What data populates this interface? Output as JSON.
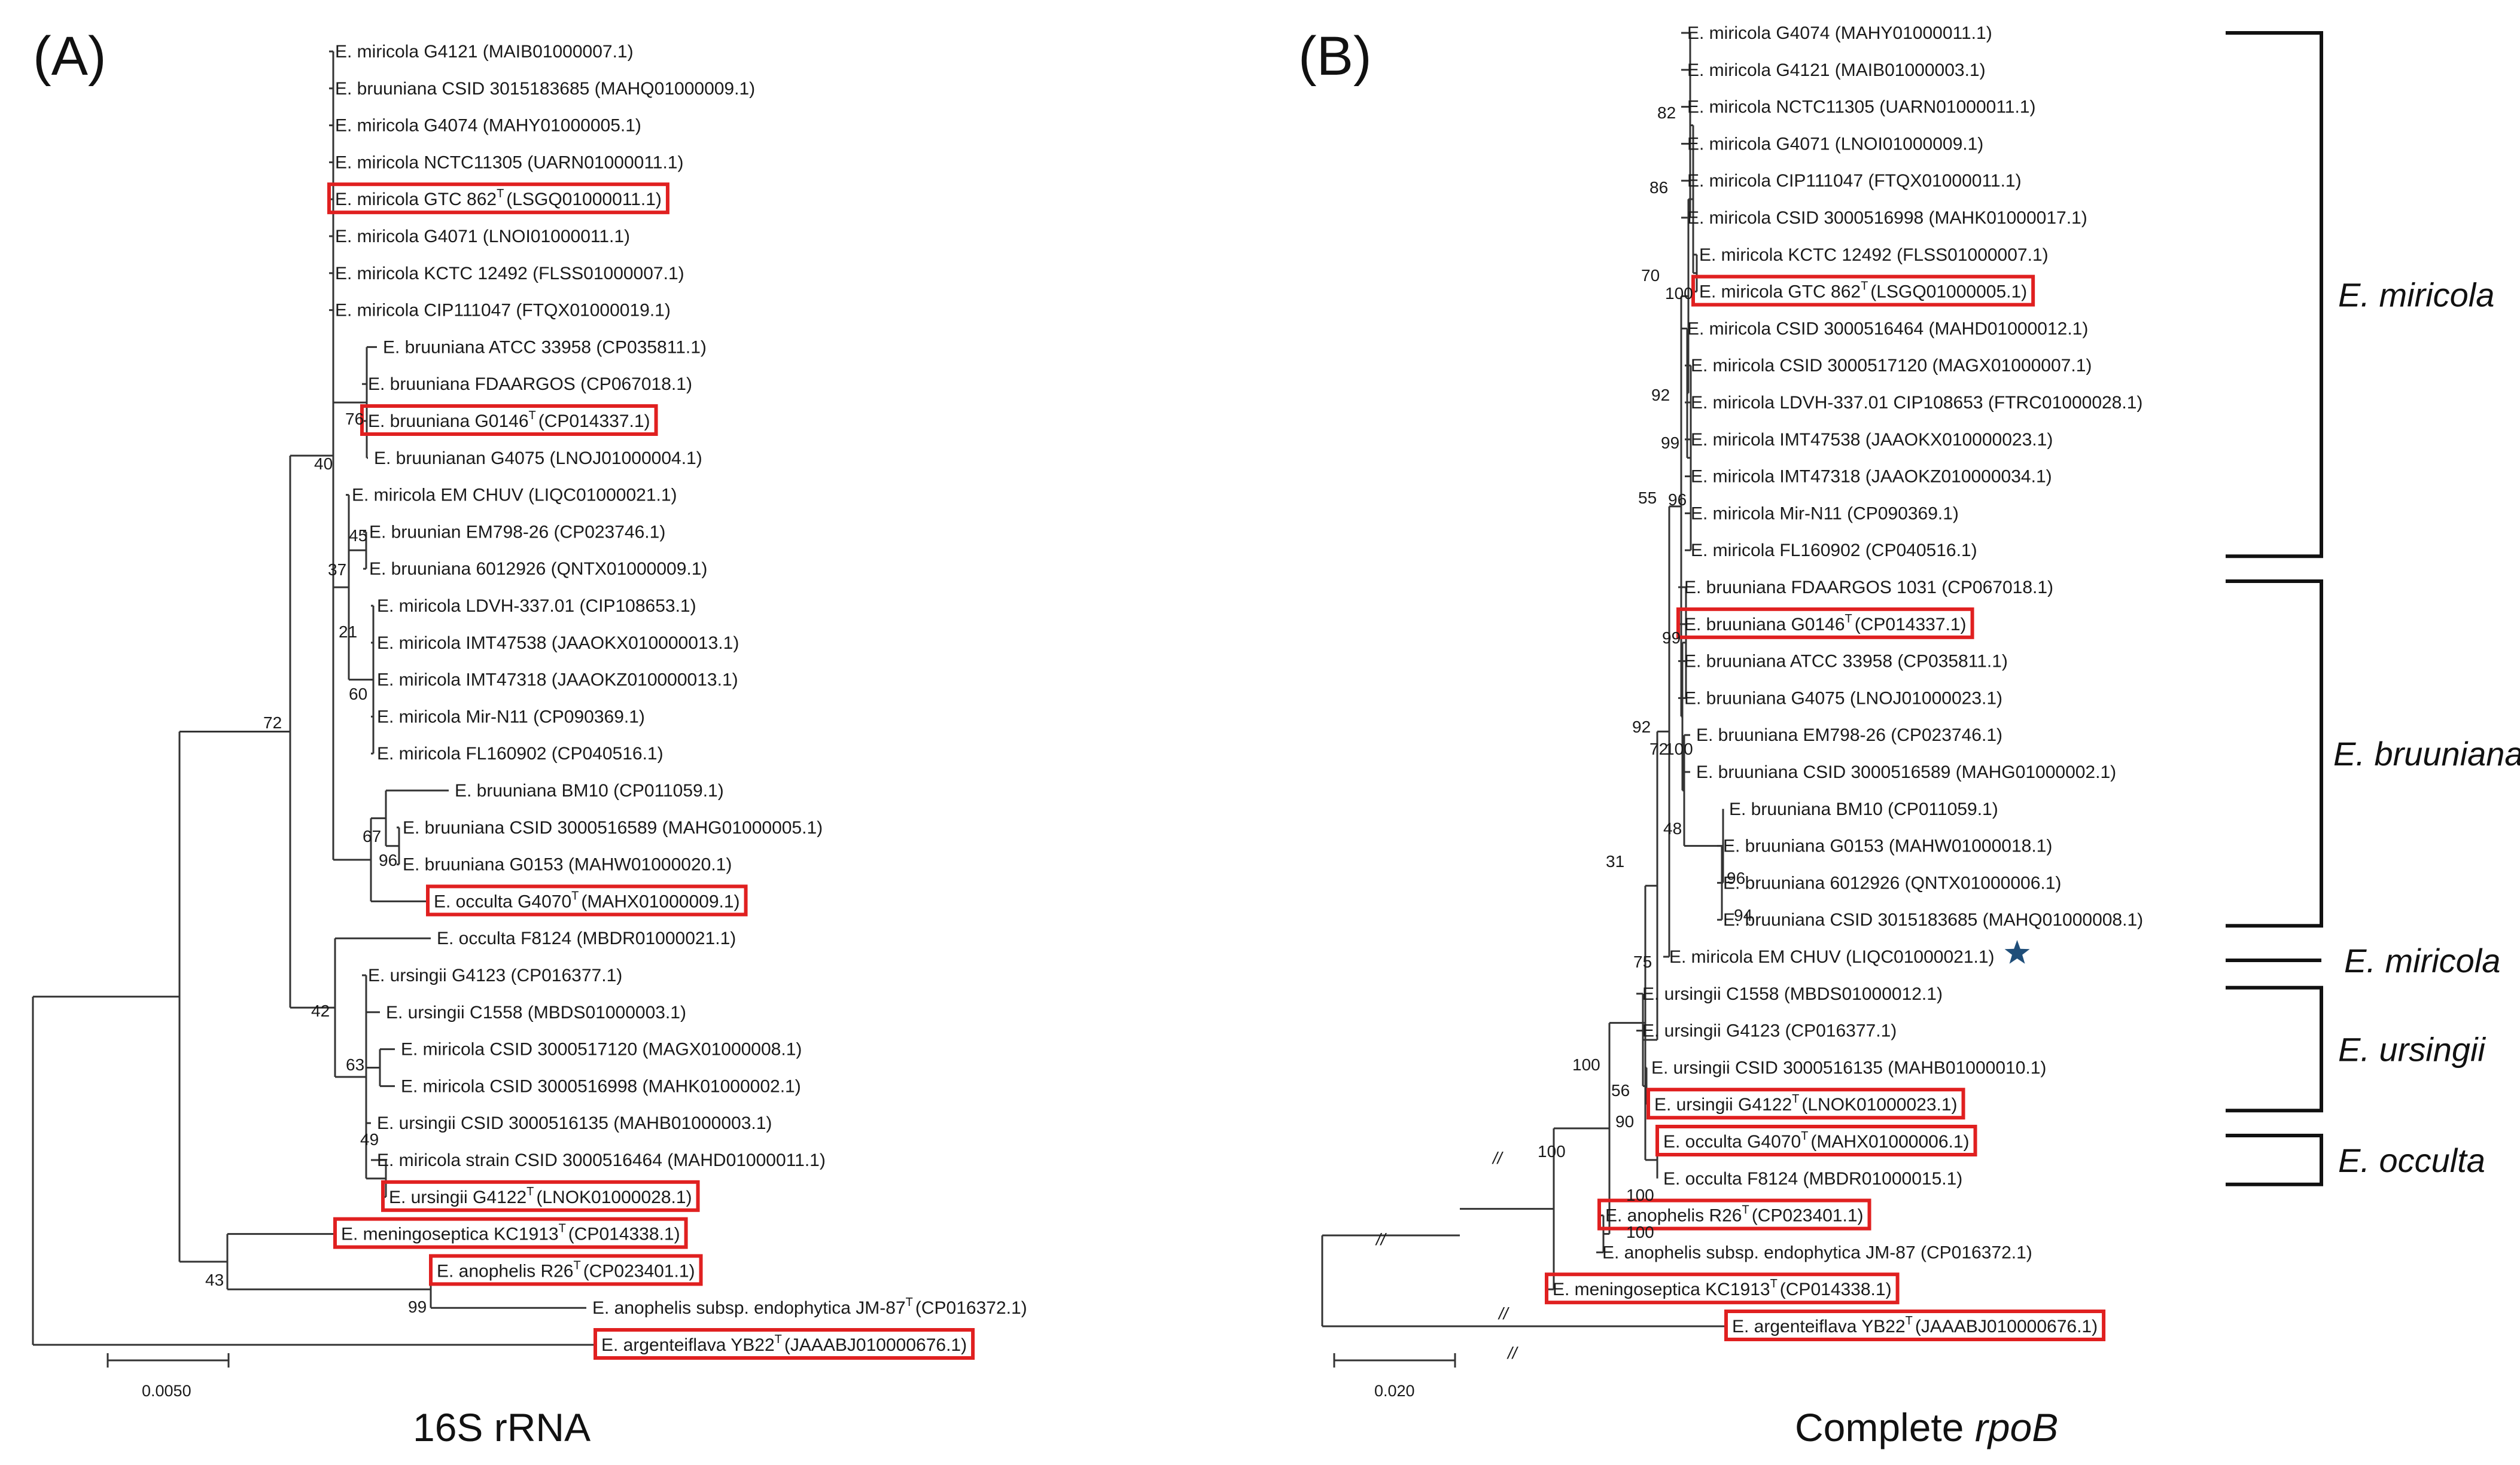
{
  "colors": {
    "highlight": "#e02020",
    "star": "#1f4e79",
    "line": "#333333"
  },
  "panel_a": {
    "letter": "(A)",
    "caption": "16S rRNA",
    "scale_label": "0.0050",
    "leaves": [
      {
        "name": "E. miricola G4121 (MAIB01000007.1)"
      },
      {
        "name": "E. bruuniana CSID 3015183685 (MAHQ01000009.1)"
      },
      {
        "name": "E. miricola G4074 (MAHY01000005.1)"
      },
      {
        "name": "E. miricola NCTC11305 (UARN01000011.1)"
      },
      {
        "name": "E. miricola GTC 862",
        "sup": "T",
        "acc": "(LSGQ01000011.1)",
        "box": true
      },
      {
        "name": "E. miricola G4071 (LNOI01000011.1)"
      },
      {
        "name": "E. miricola KCTC 12492 (FLSS01000007.1)"
      },
      {
        "name": "E. miricola CIP111047 (FTQX01000019.1)"
      },
      {
        "name": "E. bruuniana ATCC 33958 (CP035811.1)"
      },
      {
        "name": "E. bruuniana FDAARGOS (CP067018.1)"
      },
      {
        "name": "E. bruuniana G0146",
        "sup": "T",
        "acc": "(CP014337.1)",
        "box": true
      },
      {
        "name": "E. bruunianan G4075 (LNOJ01000004.1)"
      },
      {
        "name": "E. miricola EM CHUV (LIQC01000021.1)"
      },
      {
        "name": "E. bruunian EM798-26 (CP023746.1)"
      },
      {
        "name": "E. bruuniana 6012926 (QNTX01000009.1)"
      },
      {
        "name": "E. miricola LDVH-337.01 (CIP108653.1)"
      },
      {
        "name": "E. miricola IMT47538 (JAAOKX010000013.1)"
      },
      {
        "name": "E. miricola IMT47318 (JAAOKZ010000013.1)"
      },
      {
        "name": "E. miricola Mir-N11 (CP090369.1)"
      },
      {
        "name": "E. miricola FL160902 (CP040516.1)"
      },
      {
        "name": "E. bruuniana BM10 (CP011059.1)"
      },
      {
        "name": "E. bruuniana CSID 3000516589 (MAHG01000005.1)"
      },
      {
        "name": "E. bruuniana G0153 (MAHW01000020.1)"
      },
      {
        "name": "E. occulta G4070",
        "sup": "T",
        "acc": "(MAHX01000009.1)",
        "box": true
      },
      {
        "name": "E. occulta F8124 (MBDR01000021.1)"
      },
      {
        "name": "E. ursingii G4123 (CP016377.1)"
      },
      {
        "name": "E. ursingii C1558 (MBDS01000003.1)"
      },
      {
        "name": "E. miricola CSID 3000517120 (MAGX01000008.1)"
      },
      {
        "name": "E. miricola CSID 3000516998 (MAHK01000002.1)"
      },
      {
        "name": "E. ursingii CSID 3000516135 (MAHB01000003.1)"
      },
      {
        "name": "E. miricola strain CSID 3000516464 (MAHD01000011.1)"
      },
      {
        "name": "E. ursingii G4122",
        "sup": "T",
        "acc": "(LNOK01000028.1)",
        "box": true
      },
      {
        "name": "E. meningoseptica KC1913",
        "sup": "T",
        "acc": "(CP014338.1)",
        "box": true
      },
      {
        "name": "E. anophelis R26",
        "sup": "T",
        "acc": "(CP023401.1)",
        "box": true
      },
      {
        "name": "E. anophelis subsp. endophytica JM-87",
        "sup": "T",
        "acc": "(CP016372.1)"
      },
      {
        "name": "E. argenteiflava YB22",
        "sup": "T",
        "acc": "(JAAABJ010000676.1)",
        "box": true
      }
    ],
    "bootstraps": [
      "40",
      "76",
      "45",
      "37",
      "21",
      "60",
      "72",
      "67",
      "96",
      "42",
      "63",
      "49",
      "43",
      "99"
    ]
  },
  "panel_b": {
    "letter": "(B)",
    "caption_prefix": "Complete ",
    "caption_gene": "rpoB",
    "scale_label": "0.020",
    "break_mark": "//",
    "leaves": [
      {
        "name": "E. miricola G4074 (MAHY01000011.1)"
      },
      {
        "name": "E. miricola G4121 (MAIB01000003.1)"
      },
      {
        "name": "E. miricola NCTC11305 (UARN01000011.1)"
      },
      {
        "name": "E. miricola G4071 (LNOI01000009.1)"
      },
      {
        "name": "E. miricola CIP111047 (FTQX01000011.1)"
      },
      {
        "name": "E. miricola CSID 3000516998 (MAHK01000017.1)"
      },
      {
        "name": "E. miricola KCTC 12492 (FLSS01000007.1)"
      },
      {
        "name": "E. miricola GTC 862",
        "sup": "T",
        "acc": "(LSGQ01000005.1)",
        "box": true
      },
      {
        "name": "E. miricola CSID 3000516464 (MAHD01000012.1)"
      },
      {
        "name": "E. miricola CSID 3000517120 (MAGX01000007.1)"
      },
      {
        "name": "E. miricola LDVH-337.01 CIP108653 (FTRC01000028.1)"
      },
      {
        "name": "E. miricola IMT47538 (JAAOKX010000023.1)"
      },
      {
        "name": "E. miricola IMT47318 (JAAOKZ010000034.1)"
      },
      {
        "name": "E. miricola Mir-N11 (CP090369.1)"
      },
      {
        "name": "E. miricola FL160902 (CP040516.1)"
      },
      {
        "name": "E. bruuniana FDAARGOS 1031 (CP067018.1)"
      },
      {
        "name": "E. bruuniana G0146",
        "sup": "T",
        "acc": "(CP014337.1)",
        "box": true
      },
      {
        "name": "E. bruuniana ATCC 33958 (CP035811.1)"
      },
      {
        "name": "E. bruuniana G4075 (LNOJ01000023.1)"
      },
      {
        "name": "E. bruuniana EM798-26 (CP023746.1)"
      },
      {
        "name": "E. bruuniana CSID 3000516589 (MAHG01000002.1)"
      },
      {
        "name": "E. bruuniana BM10 (CP011059.1)"
      },
      {
        "name": "E. bruuniana G0153 (MAHW01000018.1)"
      },
      {
        "name": "E. bruuniana 6012926 (QNTX01000006.1)"
      },
      {
        "name": "E. bruuniana CSID 3015183685 (MAHQ01000008.1)"
      },
      {
        "name": "E. miricola EM CHUV (LIQC01000021.1)",
        "star": true
      },
      {
        "name": "E. ursingii C1558 (MBDS01000012.1)"
      },
      {
        "name": "E. ursingii G4123 (CP016377.1)"
      },
      {
        "name": "E. ursingii CSID 3000516135 (MAHB01000010.1)"
      },
      {
        "name": "E. ursingii G4122",
        "sup": "T",
        "acc": "(LNOK01000023.1)",
        "box": true
      },
      {
        "name": "E. occulta G4070",
        "sup": "T",
        "acc": "(MAHX01000006.1)",
        "box": true
      },
      {
        "name": "E. occulta F8124 (MBDR01000015.1)"
      },
      {
        "name": "E. anophelis R26",
        "sup": "T",
        "acc": "(CP023401.1)",
        "box": true
      },
      {
        "name": "E. anophelis subsp. endophytica JM-87 (CP016372.1)"
      },
      {
        "name": "E. meningoseptica KC1913",
        "sup": "T",
        "acc": "(CP014338.1)",
        "box": true
      },
      {
        "name": "E. argenteiflava YB22",
        "sup": "T",
        "acc": "(JAAABJ010000676.1)",
        "box": true
      }
    ],
    "bootstraps": [
      "82",
      "86",
      "70",
      "100",
      "92",
      "99",
      "55",
      "96",
      "99",
      "92",
      "72",
      "100",
      "48",
      "96",
      "94",
      "31",
      "75",
      "100",
      "56",
      "90",
      "100",
      "100",
      "100"
    ],
    "clades": [
      "E. miricola",
      "E. bruuniana",
      "E. miricola",
      "E. ursingii",
      "E. occulta"
    ]
  }
}
